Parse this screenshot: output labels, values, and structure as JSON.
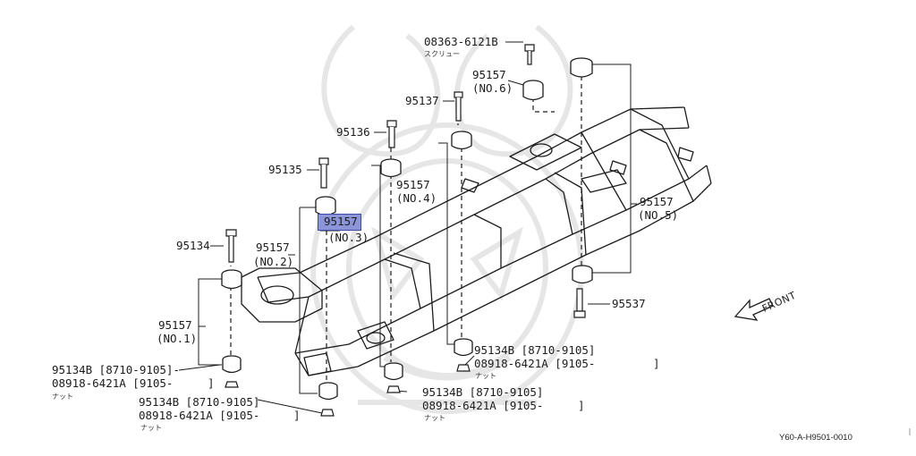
{
  "labels": {
    "screw_part": "08363-6121B",
    "screw_kana": "スクリュー",
    "mount6_part": "95157",
    "mount6_no": "(NO.6)",
    "bolt_95137": "95137",
    "bolt_95136": "95136",
    "bolt_95135": "95135",
    "mount4_part": "95157",
    "mount4_no": "(NO.4)",
    "mount3_part": "95157",
    "mount3_no": "(NO.3)",
    "bolt_95134": "95134",
    "mount2_part": "95157",
    "mount2_no": "(NO.2)",
    "mount5_part": "95157",
    "mount5_no": "(NO.5)",
    "bolt_95537": "95537",
    "mount1_part": "95157",
    "mount1_no": "(NO.1)",
    "nut_left_a": "95134B [8710-9105]-",
    "nut_left_b": "08918-6421A [9105-",
    "nut_left_b_end": "]",
    "nut_kana": "ナット",
    "nut_mid_a": "95134B [8710-9105]",
    "nut_mid_b": "08918-6421A [9105-",
    "nut_mid_b_end": "]",
    "nut_rightup_a": "95134B [8710-9105]",
    "nut_rightup_b": "08918-6421A [9105-",
    "nut_rightup_b_end": "]",
    "nut_rightlow_a": "95134B [8710-9105]",
    "nut_rightlow_b": "08918-6421A [9105-",
    "nut_rightlow_b_end": "]",
    "front": "FRONT",
    "diagram_code": "Y60-A-H9501-0010"
  },
  "colors": {
    "ink": "#1c1c1c",
    "highlight": "#8d95d9",
    "watermark": "#e6e6e6"
  }
}
